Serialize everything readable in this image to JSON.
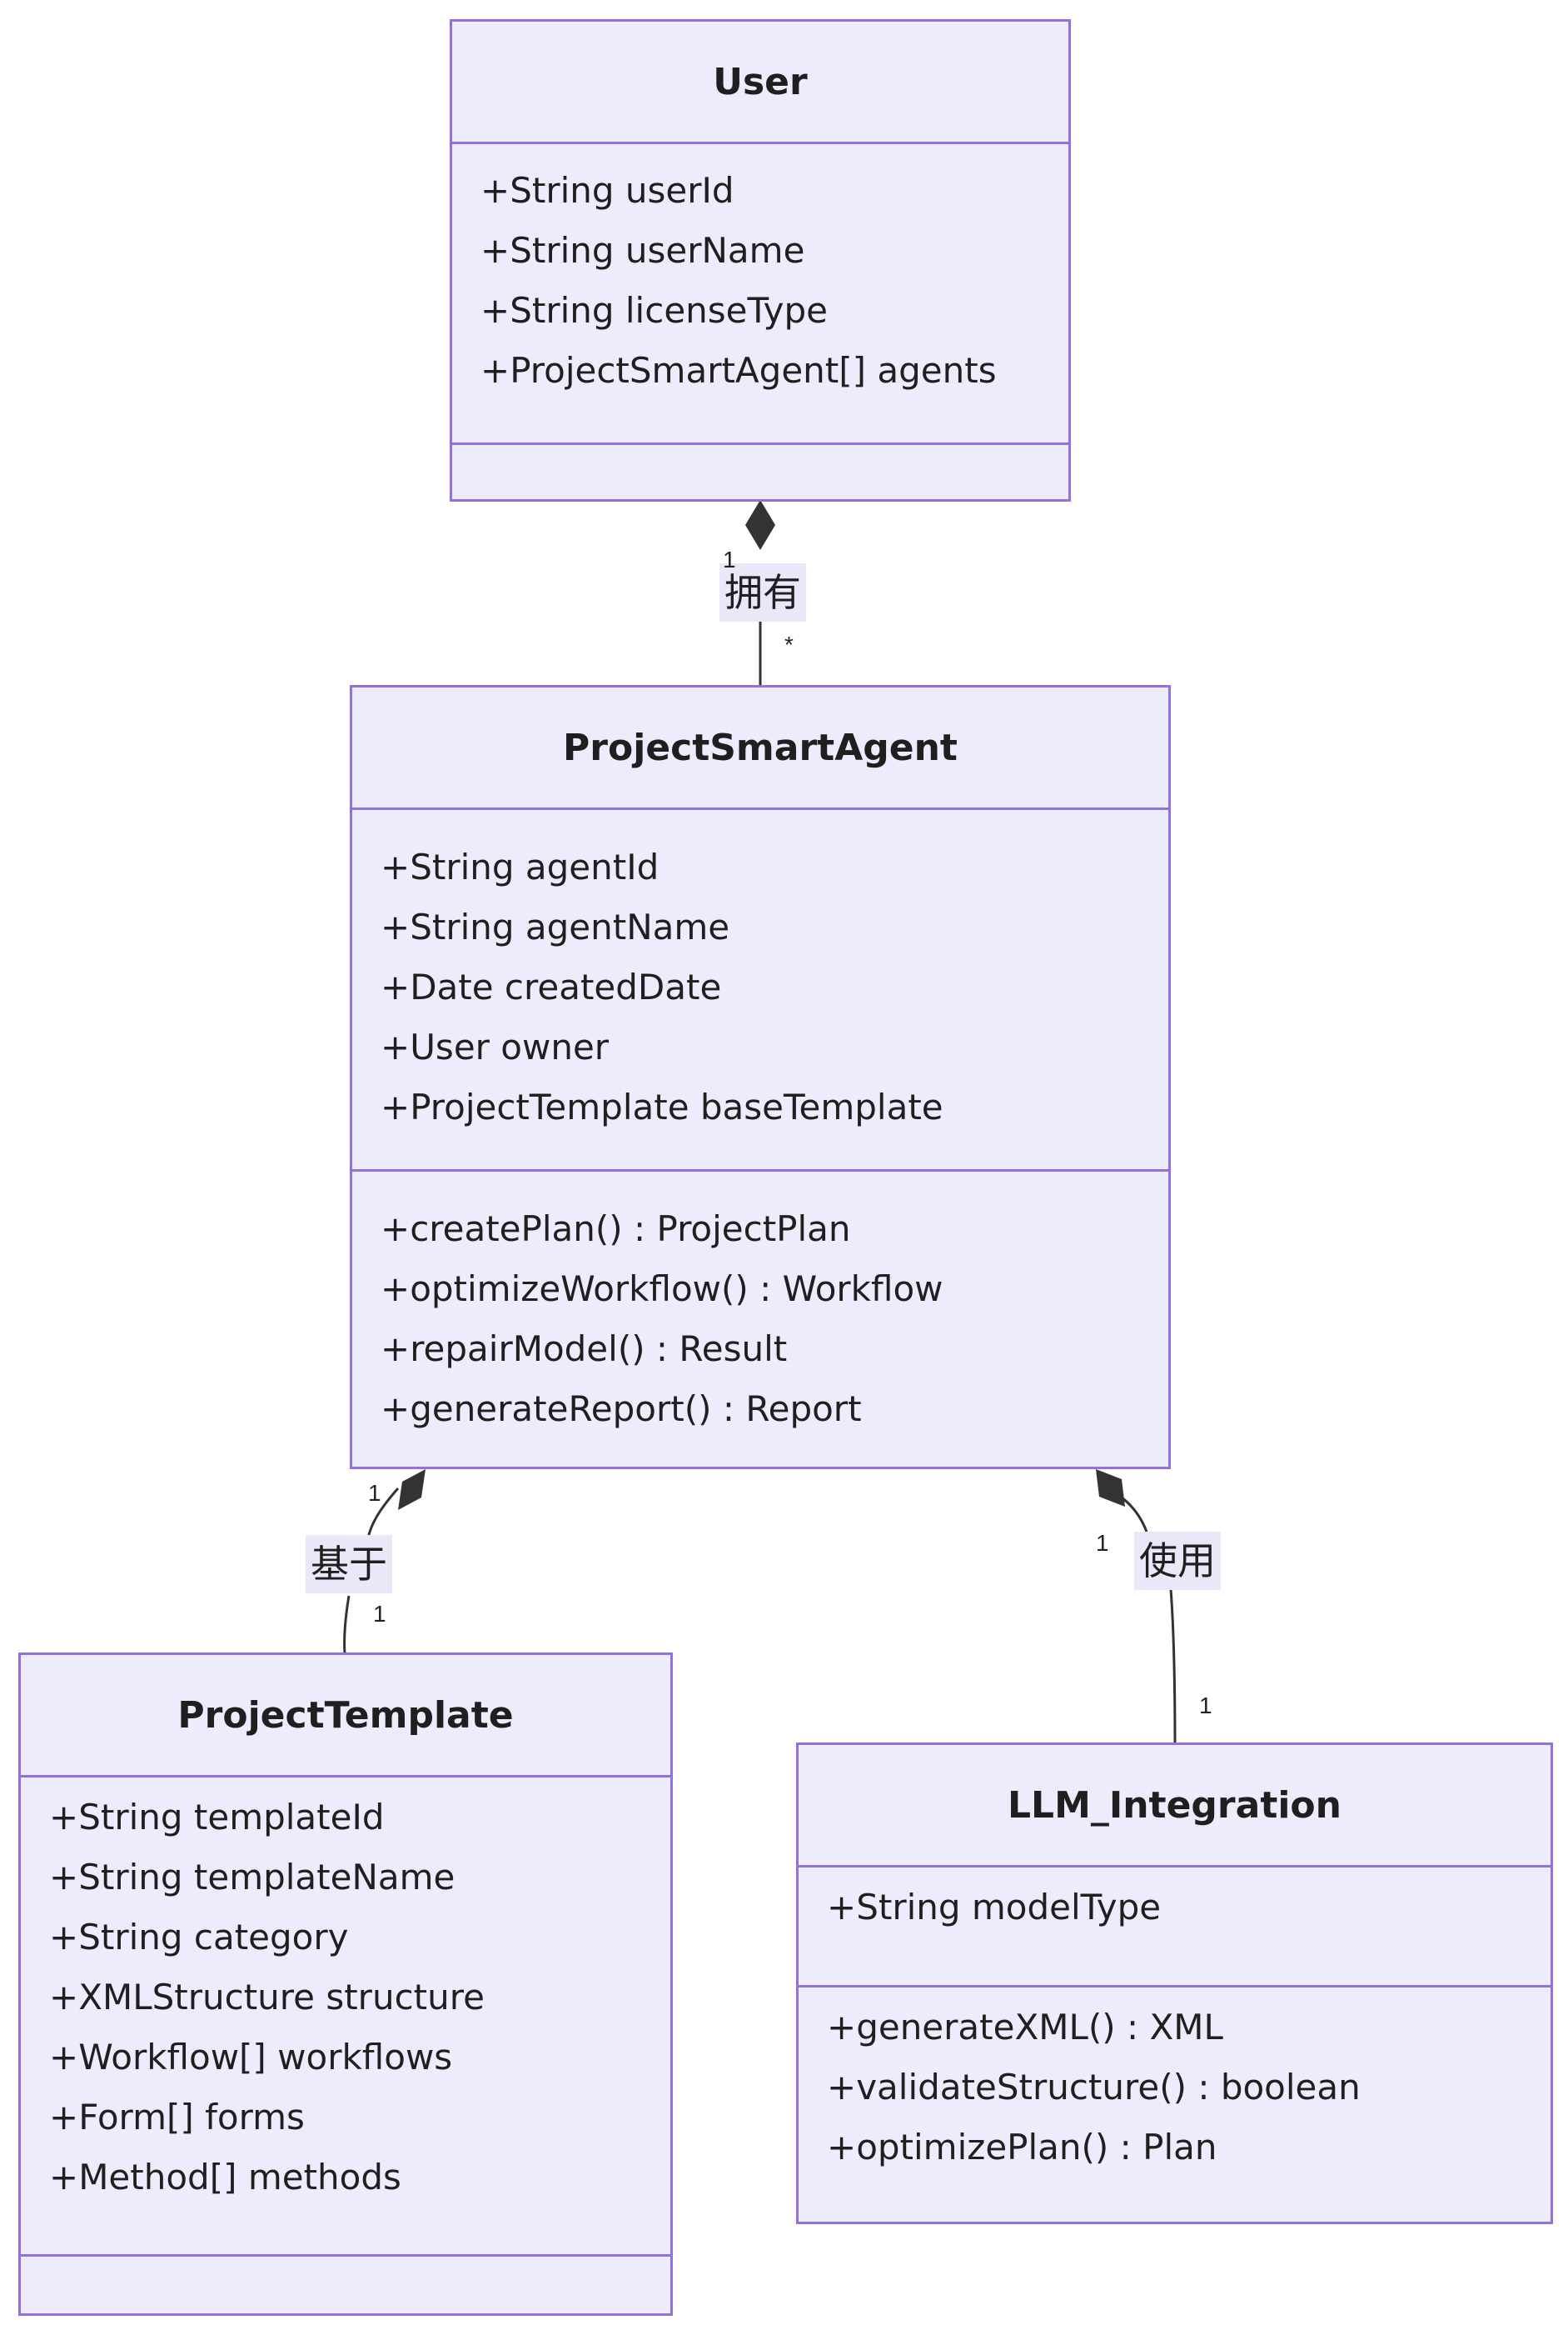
{
  "classes": {
    "user": {
      "name": "User",
      "attributes": [
        "+String userId",
        "+String userName",
        "+String licenseType",
        "+ProjectSmartAgent[] agents"
      ],
      "methods": []
    },
    "agent": {
      "name": "ProjectSmartAgent",
      "attributes": [
        "+String agentId",
        "+String agentName",
        "+Date createdDate",
        "+User owner",
        "+ProjectTemplate baseTemplate"
      ],
      "methods": [
        "+createPlan() : ProjectPlan",
        "+optimizeWorkflow() : Workflow",
        "+repairModel() : Result",
        "+generateReport() : Report"
      ]
    },
    "template": {
      "name": "ProjectTemplate",
      "attributes": [
        "+String templateId",
        "+String templateName",
        "+String category",
        "+XMLStructure structure",
        "+Workflow[] workflows",
        "+Form[] forms",
        "+Method[] methods"
      ],
      "methods": []
    },
    "llm": {
      "name": "LLM_Integration",
      "attributes": [
        "+String modelType"
      ],
      "methods": [
        "+generateXML() : XML",
        "+validateStructure() : boolean",
        "+optimizePlan() : Plan"
      ]
    }
  },
  "relations": {
    "owns": {
      "label": "拥有",
      "from_mult": "1",
      "to_mult": "*"
    },
    "based_on": {
      "label": "基于",
      "from_mult": "1",
      "to_mult": "1"
    },
    "uses": {
      "label": "使用",
      "from_mult": "1",
      "to_mult": "1"
    }
  },
  "colors": {
    "fill": "#ececfc",
    "stroke": "#9370db",
    "line": "#333333",
    "label_bg": "#e8e8f8"
  }
}
